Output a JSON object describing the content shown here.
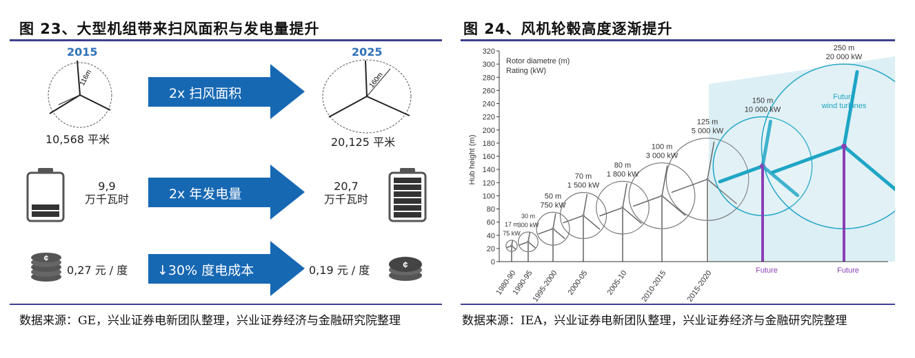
{
  "fig23": {
    "title": "图 23、大型机组带来扫风面积与发电量提升",
    "year_left": "2015",
    "year_right": "2025",
    "rotor_left_label": "116m",
    "rotor_right_label": "160m",
    "area_left": "10,568 平米",
    "area_right": "20,125 平米",
    "arrow1": "2x  扫风面积",
    "arrow2": "2x  年发电量",
    "arrow3": "↓30%  度电成本",
    "energy_left_value": "9,9",
    "energy_left_unit": "万千瓦时",
    "energy_right_value": "20,7",
    "energy_right_unit": "万千瓦时",
    "cost_left": "0,27 元 / 度",
    "cost_right": "0,19 元 / 度",
    "coin_symbol": "¢",
    "source": "数据来源：GE，兴业证券电新团队整理，兴业证券经济与金融研究院整理"
  },
  "fig24": {
    "title": "图 24、风机轮毂高度逐渐提升",
    "source": "数据来源：IEA，兴业证券电新团队整理，兴业证券经济与金融研究院整理"
  },
  "chart_data": {
    "type": "bar",
    "ylabel": "Hub height (m)",
    "legend": [
      "Rotor diametre (m)",
      "Rating (kW)"
    ],
    "ylim": [
      0,
      320
    ],
    "yticks": [
      0,
      20,
      40,
      60,
      80,
      100,
      120,
      140,
      160,
      180,
      200,
      220,
      240,
      260,
      280,
      300,
      320
    ],
    "categories": [
      "1980-90",
      "1990-95",
      "1995-2000",
      "2000-05",
      "2005-10",
      "2010-2015",
      "2015-2020",
      "Future",
      "Future"
    ],
    "series": [
      {
        "name": "Rotor diametre (m)",
        "labels": [
          "17 m",
          "30 m",
          "50 m",
          "70 m",
          "80 m",
          "100 m",
          "125 m",
          "150 m",
          "250 m"
        ],
        "values": [
          17,
          30,
          50,
          70,
          80,
          100,
          125,
          150,
          250
        ]
      },
      {
        "name": "Rating (kW)",
        "labels": [
          "75 kW",
          "300 kW",
          "750 kW",
          "1 500 kW",
          "1 800 kW",
          "3 000 kW",
          "5 000 kW",
          "10 000 kW",
          "20 000 kW"
        ],
        "values": [
          75,
          300,
          750,
          1500,
          1800,
          3000,
          5000,
          10000,
          20000
        ]
      }
    ],
    "hub_heights": [
      24,
      30,
      50,
      70,
      82,
      100,
      125,
      145,
      175
    ],
    "annotation": "Future wind turbines",
    "colors": {
      "current": "#666666",
      "future_blade": "#1fa5c5",
      "future_tower": "#8a3fb5",
      "future_bg": "#dceff5"
    }
  }
}
